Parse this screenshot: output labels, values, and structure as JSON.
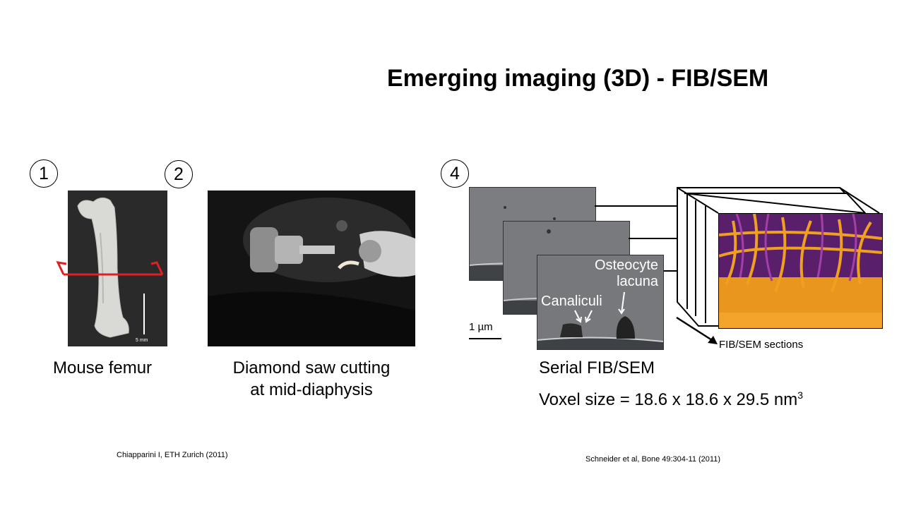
{
  "slide": {
    "title": "Emerging imaging (3D) - FIB/SEM",
    "steps": [
      {
        "number": "1",
        "caption": "Mouse femur"
      },
      {
        "number": "2",
        "caption_line1": "Diamond saw cutting",
        "caption_line2": "at mid-diaphysis"
      },
      {
        "number": "4",
        "caption_line1": "Serial FIB/SEM",
        "caption_line2_prefix": "Voxel size = 18.6 x 18.6 x 29.5 nm",
        "caption_line2_sup": "3"
      }
    ],
    "femur_photo": {
      "scale_label": "5 mm"
    },
    "sem": {
      "scale_label": "1 µm",
      "label_osteocyte_line1": "Osteocyte",
      "label_osteocyte_line2": "lacuna",
      "label_canaliculi": "Canaliculi",
      "sections_label": "FIB/SEM sections"
    },
    "references": {
      "left": "Chiapparini I, ETH Zurich (2011)",
      "right": "Schneider et al, Bone 49:304-11 (2011)"
    },
    "colors": {
      "arrow_red": "#e02020",
      "render_purple": "#7a1f8c",
      "render_orange": "#f0a020"
    }
  }
}
